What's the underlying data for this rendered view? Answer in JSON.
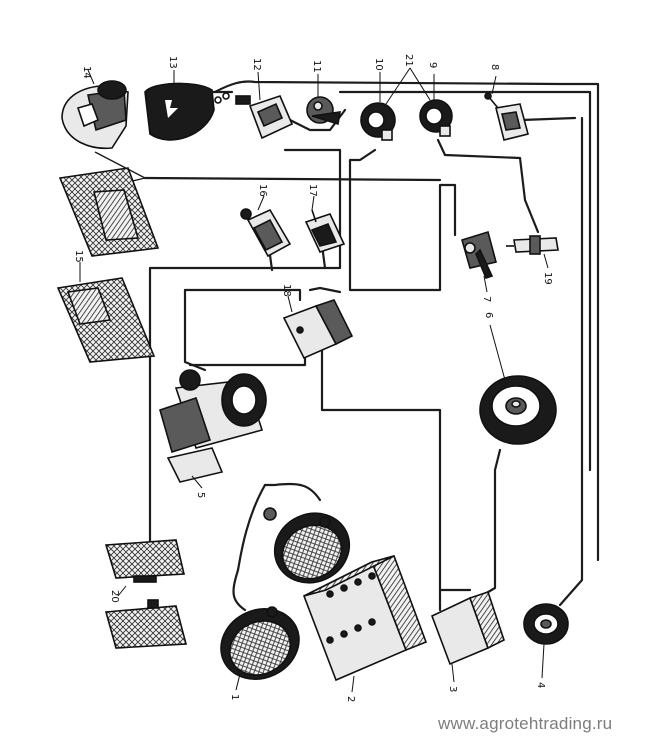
{
  "labels": {
    "l1": "1",
    "l2": "2",
    "l3": "3",
    "l4": "4",
    "l5": "5",
    "l6": "6",
    "l7": "7",
    "l8": "8",
    "l9": "9",
    "l10": "10",
    "l11": "11",
    "l12": "12",
    "l13": "13",
    "l14": "14",
    "l15": "15",
    "l16": "16",
    "l17": "17",
    "l18": "18",
    "l19": "19",
    "l20": "20",
    "l21": "21"
  },
  "watermark": "www.agrotehtrading.ru"
}
